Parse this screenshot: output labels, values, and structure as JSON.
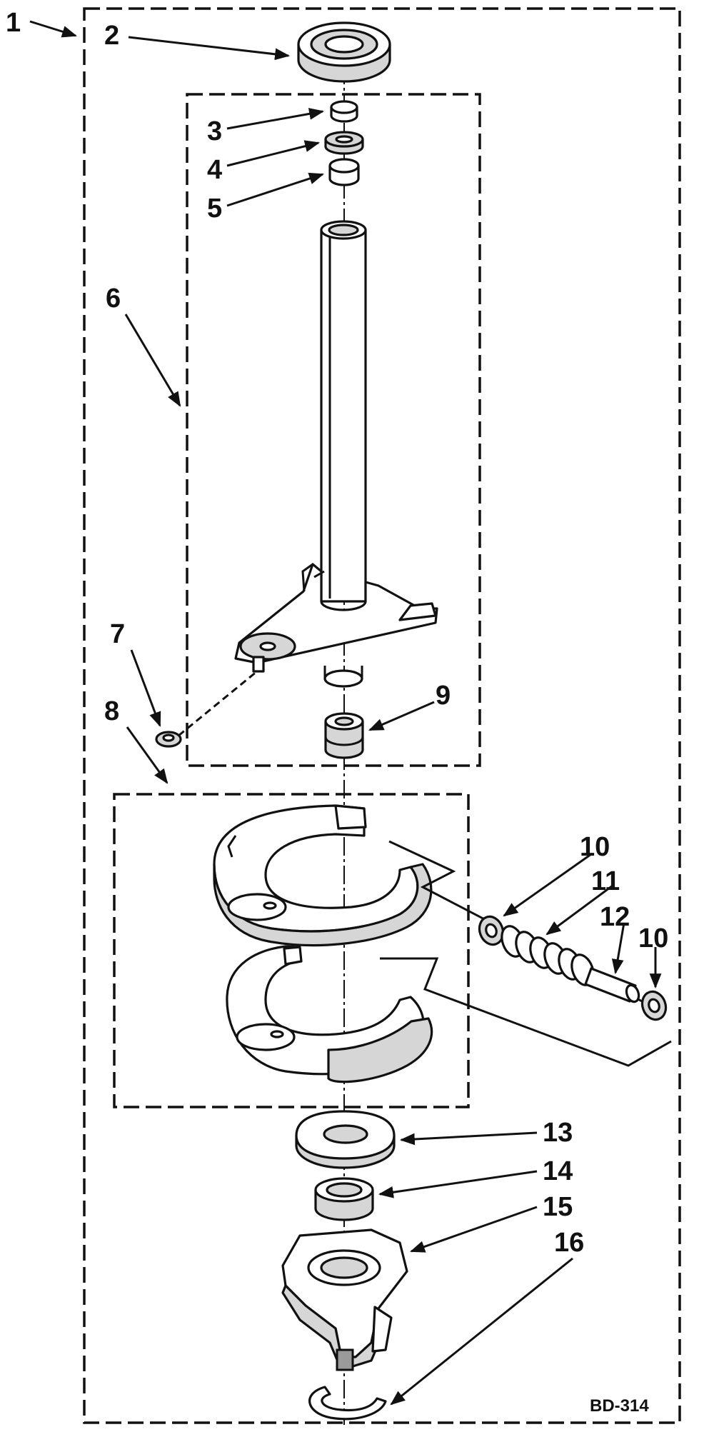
{
  "diagram": {
    "drawing_code": "BD-314",
    "callouts": [
      {
        "id": "1",
        "label": "1"
      },
      {
        "id": "2",
        "label": "2"
      },
      {
        "id": "3",
        "label": "3"
      },
      {
        "id": "4",
        "label": "4"
      },
      {
        "id": "5",
        "label": "5"
      },
      {
        "id": "6",
        "label": "6"
      },
      {
        "id": "7",
        "label": "7"
      },
      {
        "id": "8",
        "label": "8"
      },
      {
        "id": "9",
        "label": "9"
      },
      {
        "id": "10a",
        "label": "10"
      },
      {
        "id": "11",
        "label": "11"
      },
      {
        "id": "12",
        "label": "12"
      },
      {
        "id": "10b",
        "label": "10"
      },
      {
        "id": "13",
        "label": "13"
      },
      {
        "id": "14",
        "label": "14"
      },
      {
        "id": "15",
        "label": "15"
      },
      {
        "id": "16",
        "label": "16"
      }
    ]
  }
}
